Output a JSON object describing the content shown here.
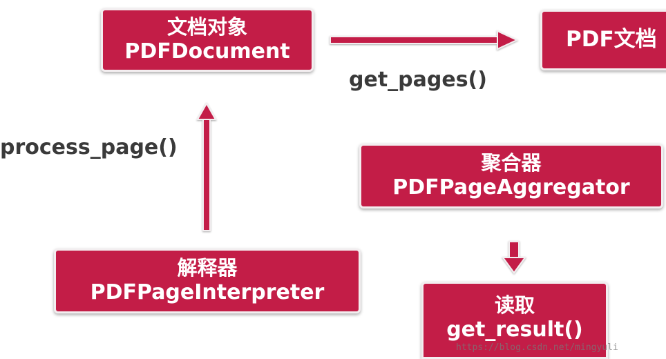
{
  "nodes": {
    "document": {
      "cn": "文档对象",
      "en": "PDFDocument"
    },
    "pdf": {
      "text": "PDF文档"
    },
    "aggregator": {
      "cn": "聚合器",
      "en": "PDFPageAggregator"
    },
    "interpreter": {
      "cn": "解释器",
      "en": "PDFPageInterpreter"
    },
    "result": {
      "cn": "读取",
      "en": "get_result()"
    }
  },
  "labels": {
    "get_pages": "get_pages()",
    "process_page": "process_page()"
  },
  "watermark": "https://blog.csdn.net/mingyuli",
  "colors": {
    "box": "#c31d47",
    "arrow": "#c31d47",
    "label": "#3a3a3a"
  }
}
